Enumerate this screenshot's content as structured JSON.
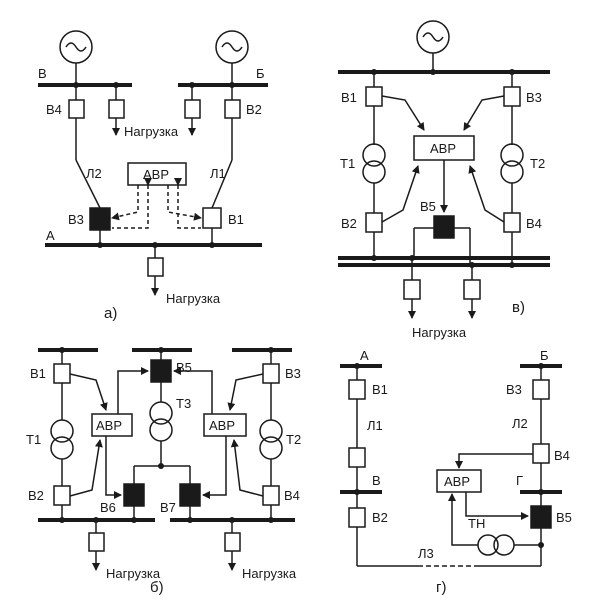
{
  "colors": {
    "ink": "#1a1a1a",
    "paper": "#ffffff"
  },
  "a": {
    "caption": "а)",
    "bus_v": "В",
    "bus_b": "Б",
    "bus_a": "А",
    "b4": "В4",
    "b2": "В2",
    "b3": "В3",
    "b1": "В1",
    "l2": "Л2",
    "l1": "Л1",
    "avr": "АВР",
    "load_top": "Нагрузка",
    "load_bottom": "Нагрузка"
  },
  "v": {
    "caption": "в)",
    "b1": "В1",
    "b3": "В3",
    "b2": "В2",
    "b4": "В4",
    "b5": "В5",
    "t1": "Т1",
    "t2": "Т2",
    "avr": "АВР",
    "load": "Нагрузка"
  },
  "b": {
    "caption": "б)",
    "b1": "В1",
    "b3": "В3",
    "b5": "В5",
    "b2": "В2",
    "b4": "В4",
    "b6": "В6",
    "b7": "В7",
    "t1": "Т1",
    "t2": "Т2",
    "t3": "Т3",
    "avr_left": "АВР",
    "avr_right": "АВР",
    "load_left": "Нагрузка",
    "load_right": "Нагрузка"
  },
  "g": {
    "caption": "г)",
    "bus_a": "А",
    "bus_b": "Б",
    "bus_v": "В",
    "bus_g": "Г",
    "b1": "В1",
    "b2": "В2",
    "b3": "В3",
    "b4": "В4",
    "b5": "В5",
    "l1": "Л1",
    "l2": "Л2",
    "l3": "Л3",
    "avr": "АВР",
    "tn": "ТН"
  }
}
